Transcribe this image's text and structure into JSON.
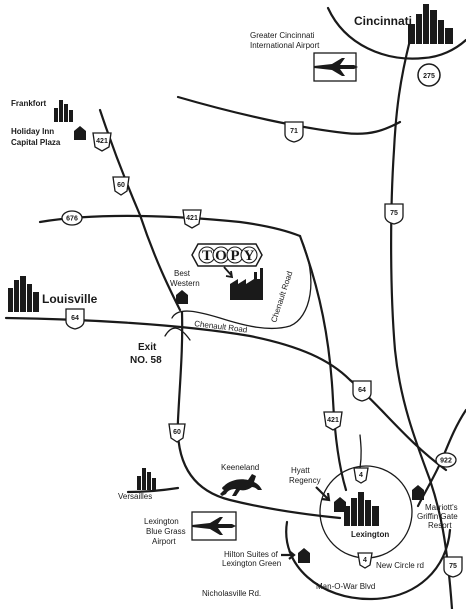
{
  "cities": {
    "cincinnati": "Cincinnati",
    "frankfort": "Frankfort",
    "louisville": "Louisville",
    "lexington": "Lexington",
    "versailles": "Versailles"
  },
  "places": {
    "cvg_airport_line1": "Greater Cincinnati",
    "cvg_airport_line2": "International Airport",
    "holiday_inn_line1": "Holiday Inn",
    "holiday_inn_line2": "Capital Plaza",
    "best_western_line1": "Best",
    "best_western_line2": "Western",
    "keeneland": "Keeneland",
    "hyatt_line1": "Hyatt",
    "hyatt_line2": "Regency",
    "marriott_line1": "Marriott's",
    "marriott_line2": "Griffin Gate",
    "marriott_line3": "Resort",
    "lex_airport_line1": "Lexington",
    "lex_airport_line2": "Blue Grass",
    "lex_airport_line3": "Airport",
    "hilton_line1": "Hilton Suites of",
    "hilton_line2": "Lexington Green"
  },
  "roads": {
    "chenault_road": "Chenault Road",
    "new_circle": "New Circle rd",
    "man_o_war": "Man-O-War Blvd",
    "nicholasville": "Nicholasville Rd."
  },
  "exit": {
    "line1": "Exit",
    "line2": "NO. 58"
  },
  "company_logo": [
    "T",
    "O",
    "P",
    "Y"
  ],
  "shields": {
    "i275": "275",
    "i71": "71",
    "i75_north": "75",
    "i75_south": "75",
    "i64_west": "64",
    "i64_east": "64",
    "us421_north": "421",
    "us421_mid": "421",
    "us421_south": "421",
    "us60_north": "60",
    "us60_south": "60",
    "ky676": "676",
    "us4_north": "4",
    "us4_south": "4",
    "ky922": "922"
  }
}
